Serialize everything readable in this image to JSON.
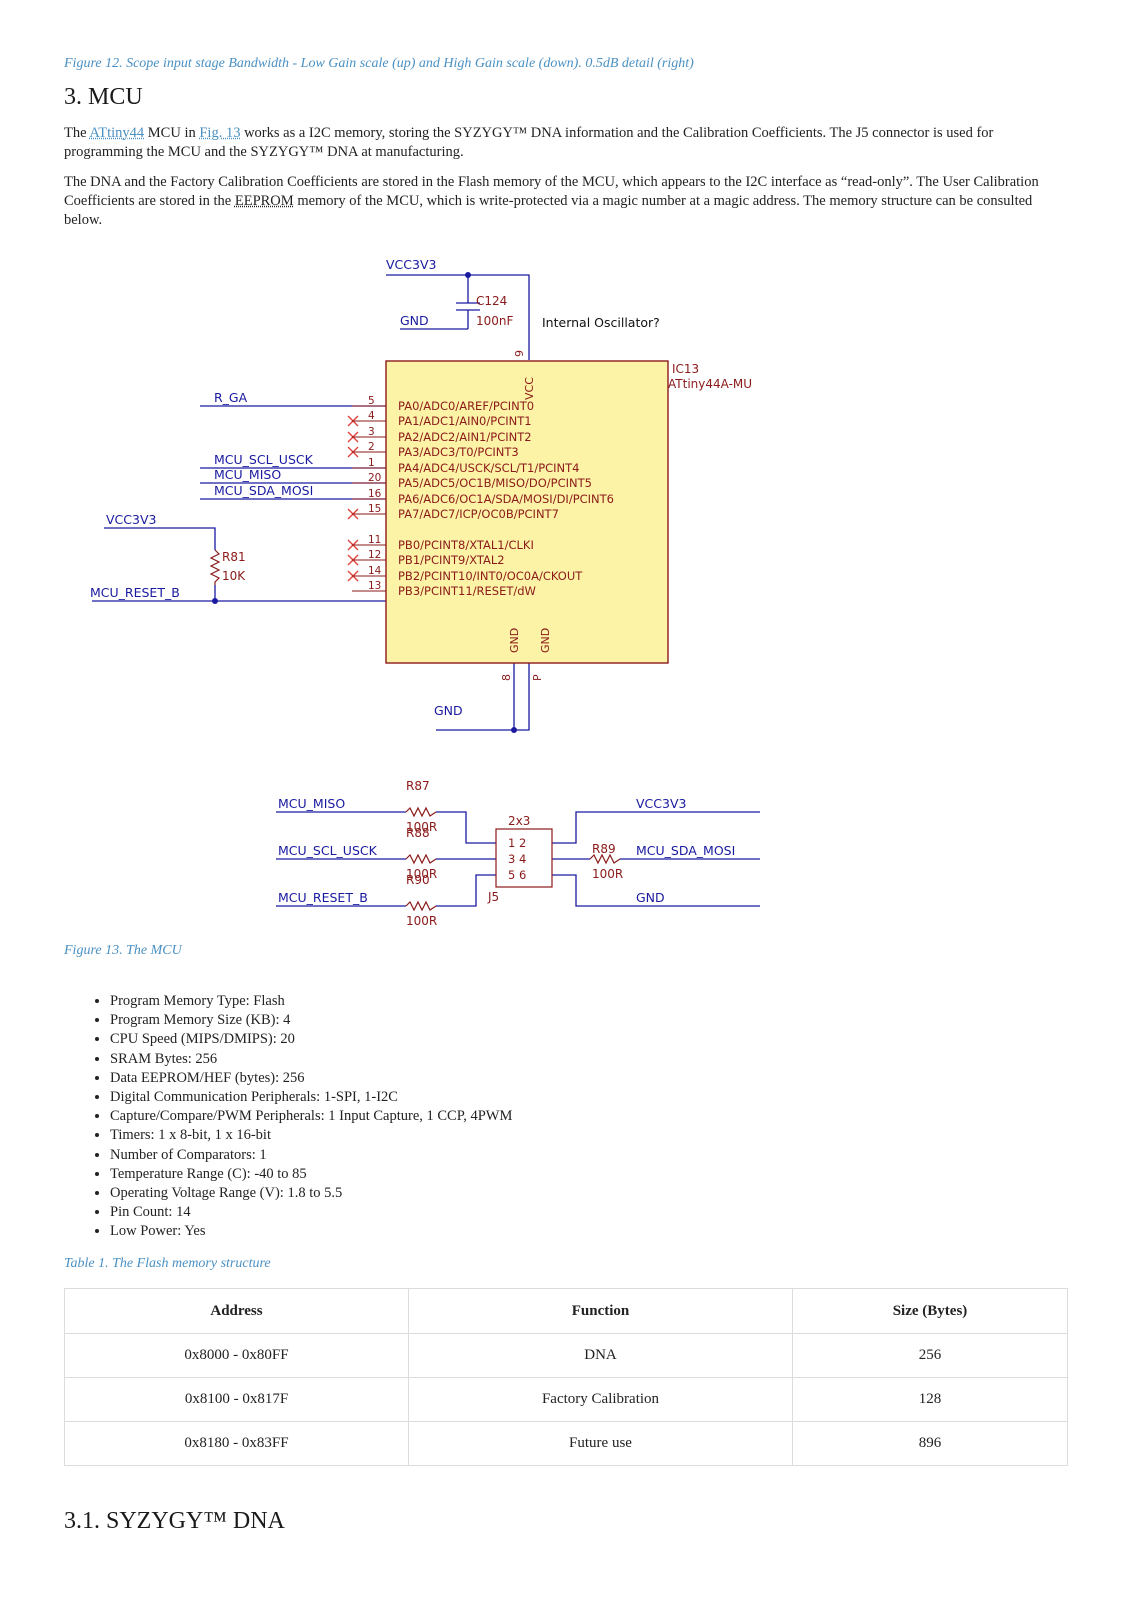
{
  "fig12_caption": "Figure 12. Scope input stage Bandwidth - Low Gain scale (up) and High Gain scale (down). 0.5dB detail (right)",
  "section": {
    "title": "3. MCU"
  },
  "para1": {
    "t1": "The ",
    "link1": "ATtiny44",
    "t2": " MCU in ",
    "link2": "Fig. 13",
    "t3": " works as a I2C memory, storing the SYZYGY™ DNA information and the Calibration Coefficients. The J5 connector is used for programming the MCU and the SYZYGY™ DNA at manufacturing."
  },
  "para2": {
    "t1": "The DNA and the Factory Calibration Coefficients are stored in the Flash memory of the MCU, which appears to the I2C interface as “read-only”. The User Calibration Coefficients are stored in the ",
    "abbr": "EEPROM",
    "t2": " memory of the MCU, which is write-protected via a magic number at a magic address. The memory structure can be consulted below."
  },
  "schematic": {
    "vcc_top": "VCC3V3",
    "gnd_top": "GND",
    "c124_ref": "C124",
    "c124_val": "100nF",
    "note": "Internal Oscillator?",
    "ic_ref": "IC13",
    "ic_part": "ATtiny44A-MU",
    "vcc_pin_label": "VCC",
    "vcc_pin_num": "9",
    "gnd_pin_label": "GND",
    "gnd_pin_nums": [
      "8",
      "P"
    ],
    "pins": [
      {
        "num": "5",
        "name": "PA0/ADC0/AREF/PCINT0"
      },
      {
        "num": "4",
        "name": "PA1/ADC1/AIN0/PCINT1"
      },
      {
        "num": "3",
        "name": "PA2/ADC2/AIN1/PCINT2"
      },
      {
        "num": "2",
        "name": "PA3/ADC3/T0/PCINT3"
      },
      {
        "num": "1",
        "name": "PA4/ADC4/USCK/SCL/T1/PCINT4"
      },
      {
        "num": "20",
        "name": "PA5/ADC5/OC1B/MISO/DO/PCINT5"
      },
      {
        "num": "16",
        "name": "PA6/ADC6/OC1A/SDA/MOSI/DI/PCINT6"
      },
      {
        "num": "15",
        "name": "PA7/ADC7/ICP/OC0B/PCINT7"
      },
      {
        "num": "11",
        "name": "PB0/PCINT8/XTAL1/CLKI"
      },
      {
        "num": "12",
        "name": "PB1/PCINT9/XTAL2"
      },
      {
        "num": "14",
        "name": "PB2/PCINT10/INT0/OC0A/CKOUT"
      },
      {
        "num": "13",
        "name": "PB3/PCINT11/RESET/dW"
      }
    ],
    "nets": {
      "r_ga": "R_GA",
      "scl": "MCU_SCL_USCK",
      "miso": "MCU_MISO",
      "sda": "MCU_SDA_MOSI",
      "vcc_left": "VCC3V3",
      "reset": "MCU_RESET_B"
    },
    "r81_ref": "R81",
    "r81_val": "10K",
    "gnd_bottom": "GND",
    "header": {
      "miso": "MCU_MISO",
      "scl": "MCU_SCL_USCK",
      "reset": "MCU_RESET_B",
      "vcc": "VCC3V3",
      "sda": "MCU_SDA_MOSI",
      "gnd": "GND",
      "r87_ref": "R87",
      "r87_val": "100R",
      "r88_ref": "R88",
      "r88_val": "100R",
      "r90_ref": "R90",
      "r90_val": "100R",
      "r89_ref": "R89",
      "r89_val": "100R",
      "size": "2x3",
      "ref": "J5",
      "pin_rows": [
        "1   2",
        "3   4",
        "5   6"
      ]
    }
  },
  "fig13_caption": "Figure 13. The MCU",
  "specs": [
    "Program Memory Type: Flash",
    "Program Memory Size (KB): 4",
    "CPU Speed (MIPS/DMIPS): 20",
    "SRAM Bytes: 256",
    "Data EEPROM/HEF (bytes): 256",
    "Digital Communication Peripherals: 1-SPI, 1-I2C",
    "Capture/Compare/PWM Peripherals: 1 Input Capture, 1 CCP, 4PWM",
    "Timers: 1 x 8-bit, 1 x 16-bit",
    "Number of Comparators: 1",
    "Temperature Range (C): -40 to 85",
    "Operating Voltage Range (V): 1.8 to 5.5",
    "Pin Count: 14",
    "Low Power: Yes"
  ],
  "table_caption": "Table 1. The Flash memory structure",
  "table": {
    "headers": [
      "Address",
      "Function",
      "Size (Bytes)"
    ],
    "rows": [
      [
        "0x8000 - 0x80FF",
        "DNA",
        "256"
      ],
      [
        "0x8100 - 0x817F",
        "Factory Calibration",
        "128"
      ],
      [
        "0x8180 - 0x83FF",
        "Future use",
        "896"
      ]
    ]
  },
  "subsection": {
    "title": "3.1. SYZYGY™ DNA"
  }
}
